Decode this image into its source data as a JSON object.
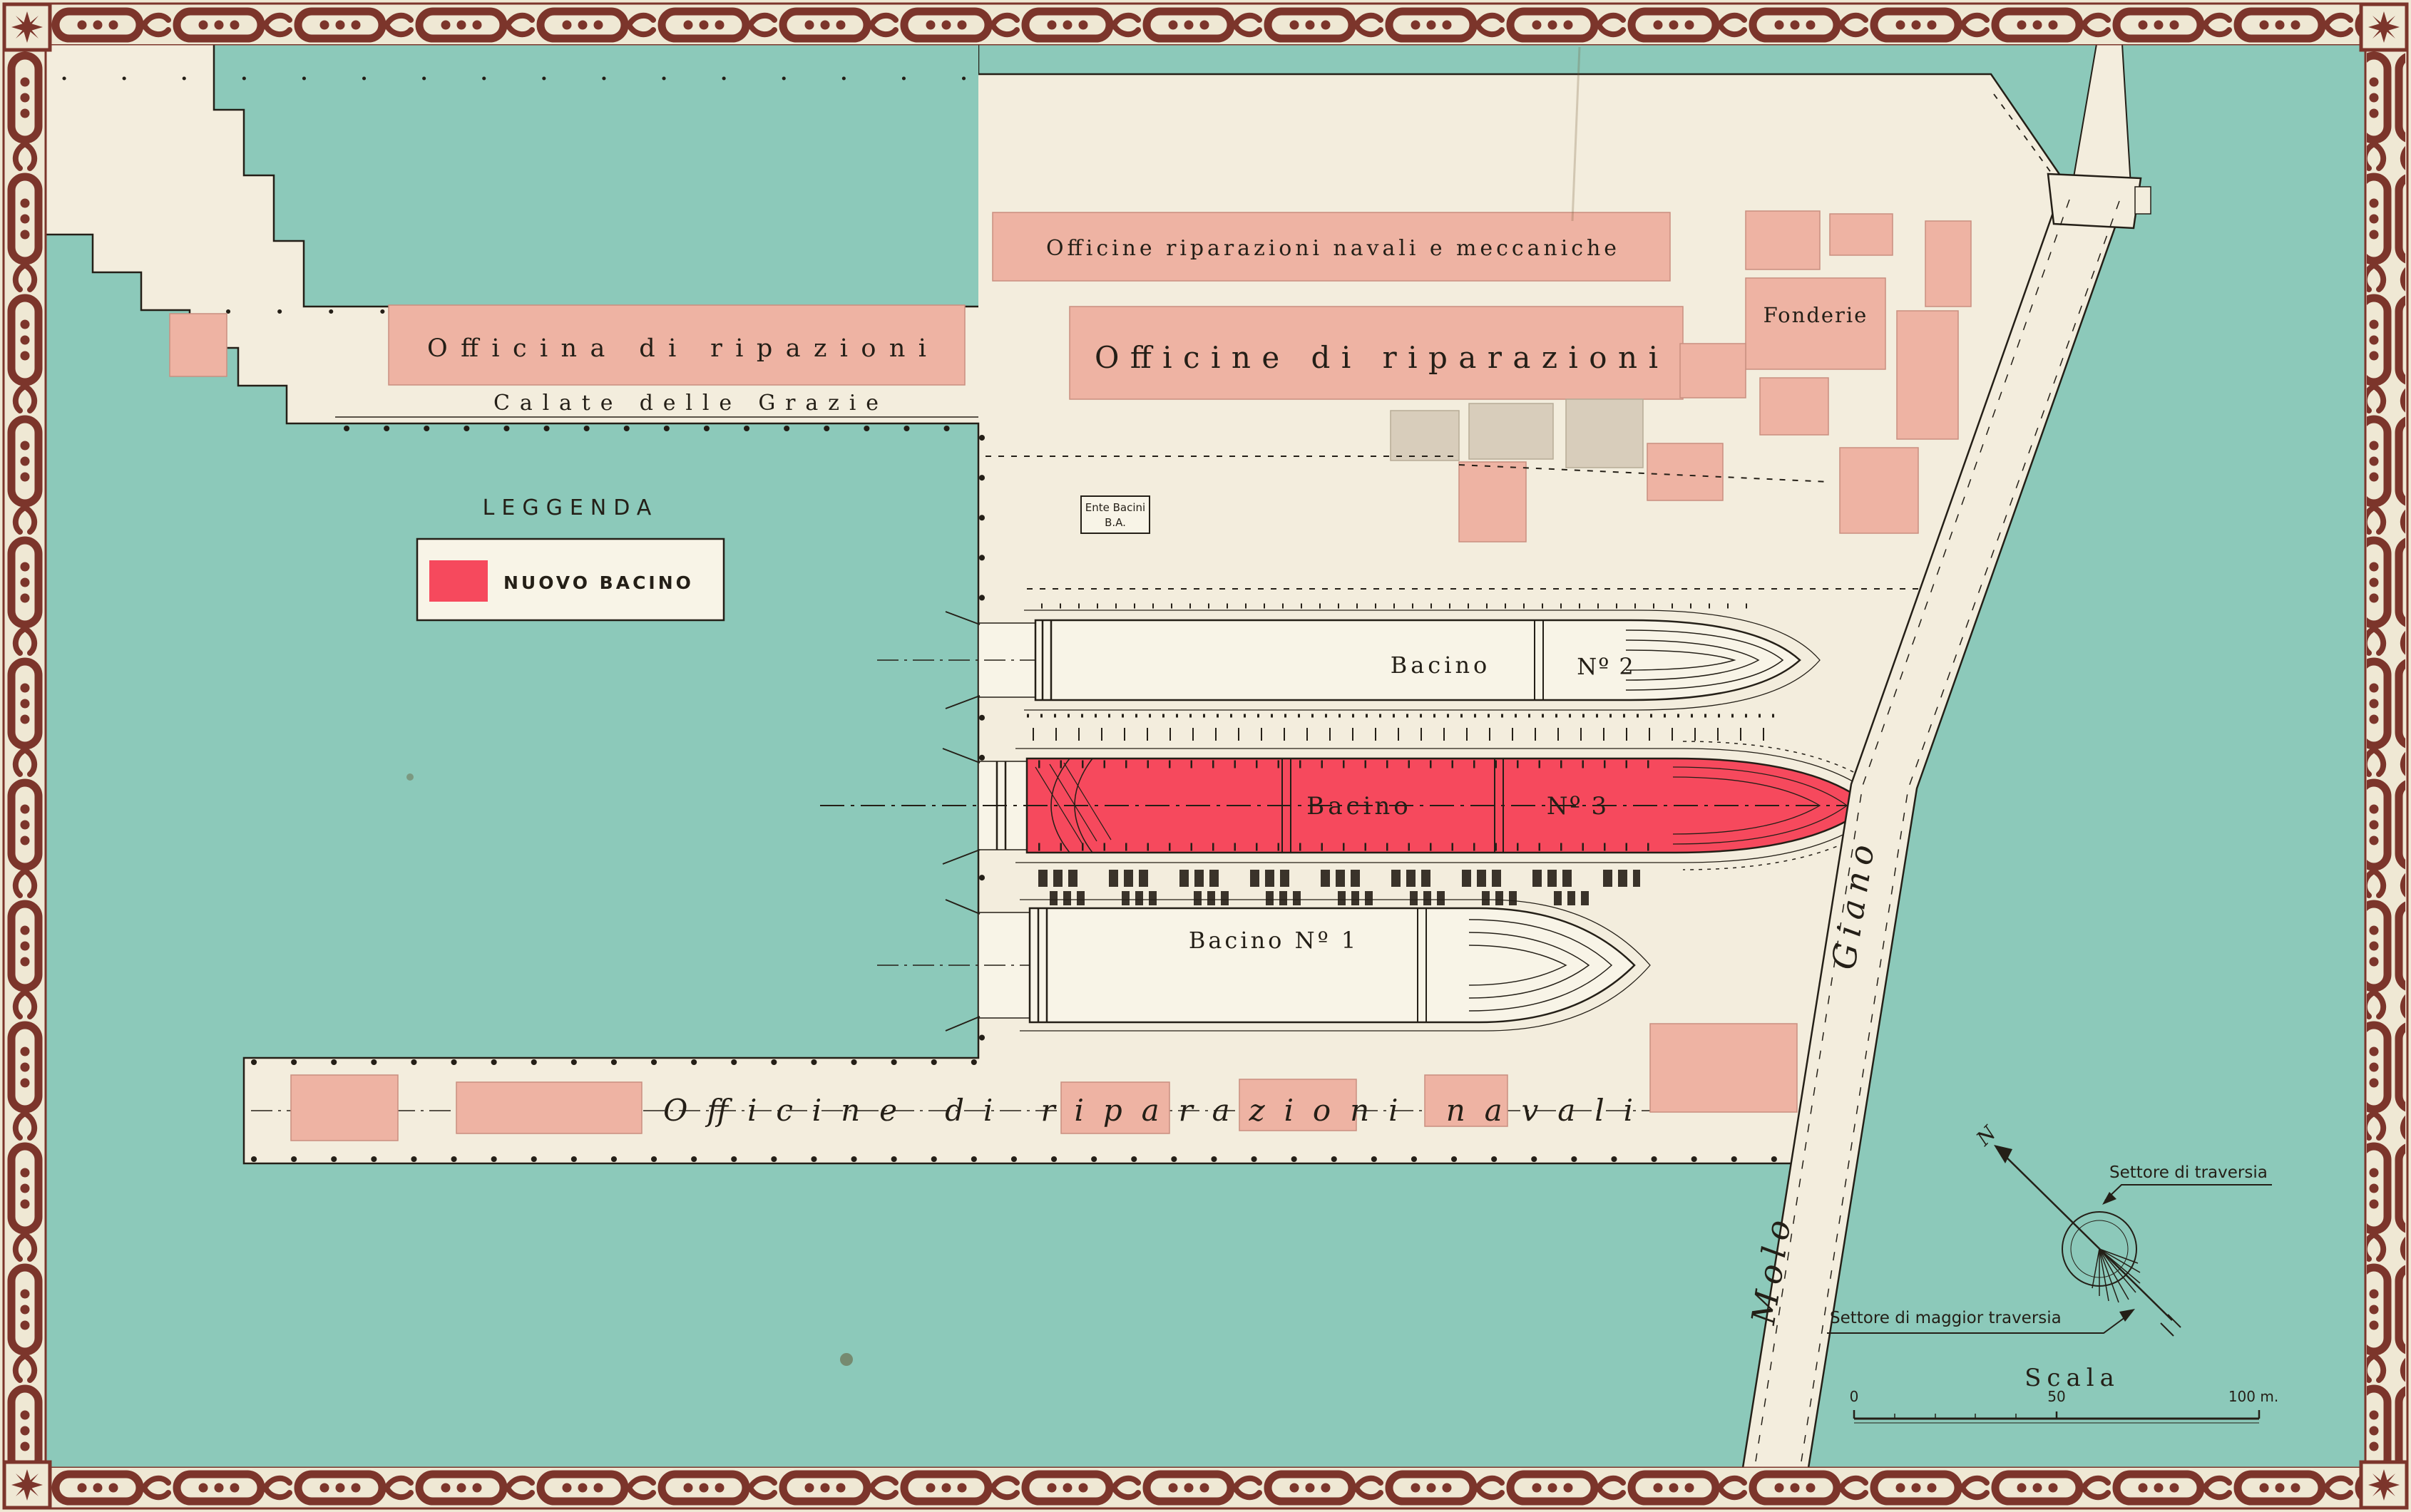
{
  "colors": {
    "water": "#8cc9ba",
    "land": "#f3eddd",
    "paper": "#efe8d4",
    "building_pink": "#eeb3a3",
    "building_gray": "#d8cdbb",
    "dock_red": "#f6495d",
    "border_maroon": "#7c352b",
    "ink": "#241f17",
    "dock_floor": "#f8f4e7"
  },
  "buildings": {
    "north_hall": "Officine riparazioni navali e meccaniche",
    "repair_hall": "Officine di riparazioni",
    "foundry": "Fonderie",
    "west_quay_hall": "Officina di ripazioni",
    "quay_name": "Calate delle Grazie",
    "south_pier_hall": "Officine di riparazioni navali",
    "ente_line1": "Ente Bacini",
    "ente_line2": "B.A."
  },
  "legend": {
    "title": "LEGGENDA",
    "item": "NUOVO BACINO"
  },
  "docks": {
    "dock2_name": "Bacino",
    "dock2_no": "Nº 2",
    "dock3_name": "Bacino",
    "dock3_no": "Nº 3",
    "dock1_label": "Bacino Nº 1"
  },
  "pier": {
    "molo": "Molo",
    "giano": "Giano"
  },
  "compass": {
    "north": "N",
    "sector": "Settore di traversia",
    "sector_major": "Settore di maggior traversia"
  },
  "scale": {
    "title": "Scala",
    "zero": "0",
    "fifty": "50",
    "hundred": "100 m."
  }
}
